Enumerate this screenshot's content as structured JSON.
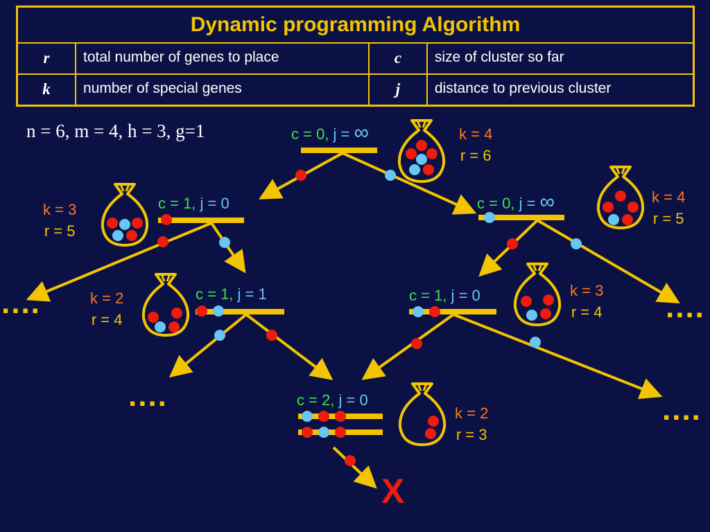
{
  "table": {
    "title": "Dynamic programming Algorithm",
    "rows": [
      {
        "sym1": "r",
        "desc1": "total number of genes to place",
        "sym2": "c",
        "desc2": "size of cluster so far"
      },
      {
        "sym1": "k",
        "desc1": "number of special genes",
        "sym2": "j",
        "desc2": "distance to previous cluster"
      }
    ]
  },
  "params": "n = 6, m = 4, h = 3, g=1",
  "infinity": "∞",
  "nodes": [
    {
      "c": "c = 0,",
      "j": "j = ",
      "inf": true
    },
    {
      "c": "c = 1,",
      "j": "j = 0",
      "inf": false
    },
    {
      "c": "c = 0,",
      "j": "j = ",
      "inf": true
    },
    {
      "c": "c = 1,",
      "j": "j = 1",
      "inf": false
    },
    {
      "c": "c = 1,",
      "j": "j = 0",
      "inf": false
    },
    {
      "c": "c = 2,",
      "j": "j = 0",
      "inf": false
    }
  ],
  "bags": [
    {
      "k": "k = 4",
      "r": "r = 6"
    },
    {
      "k": "k = 3",
      "r": "r = 5"
    },
    {
      "k": "k = 4",
      "r": "r = 5"
    },
    {
      "k": "k = 2",
      "r": "r = 4"
    },
    {
      "k": "k = 3",
      "r": "r = 4"
    },
    {
      "k": "k = 2",
      "r": "r = 3"
    }
  ],
  "ellipsis": "....",
  "terminal_mark": "X",
  "colors": {
    "background": "#0c1145",
    "accent": "#f2c500",
    "special_gene": "#ee1c0c",
    "regular_gene": "#69c6f2",
    "c_label": "#3de04a",
    "j_label": "#69c6f2",
    "k_label": "#ff7a1a"
  }
}
